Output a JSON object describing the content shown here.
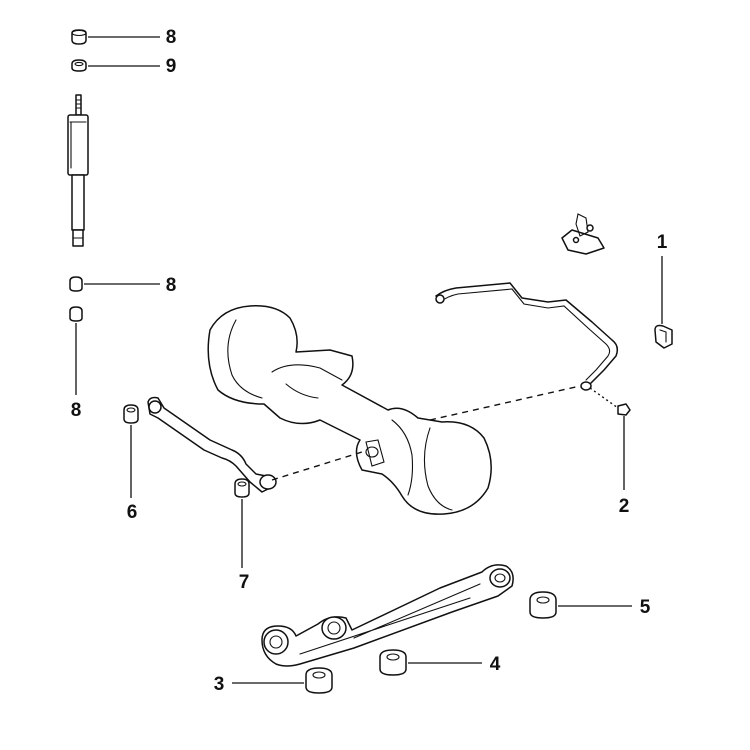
{
  "callouts": [
    {
      "id": "c1",
      "label": "1"
    },
    {
      "id": "c2",
      "label": "2"
    },
    {
      "id": "c3",
      "label": "3"
    },
    {
      "id": "c4",
      "label": "4"
    },
    {
      "id": "c5",
      "label": "5"
    },
    {
      "id": "c6",
      "label": "6"
    },
    {
      "id": "c7",
      "label": "7"
    },
    {
      "id": "c8a",
      "label": "8"
    },
    {
      "id": "c9",
      "label": "9"
    },
    {
      "id": "c8b",
      "label": "8"
    },
    {
      "id": "c8c",
      "label": "8"
    }
  ],
  "colors": {
    "ink": "#111111",
    "paper": "#ffffff"
  }
}
